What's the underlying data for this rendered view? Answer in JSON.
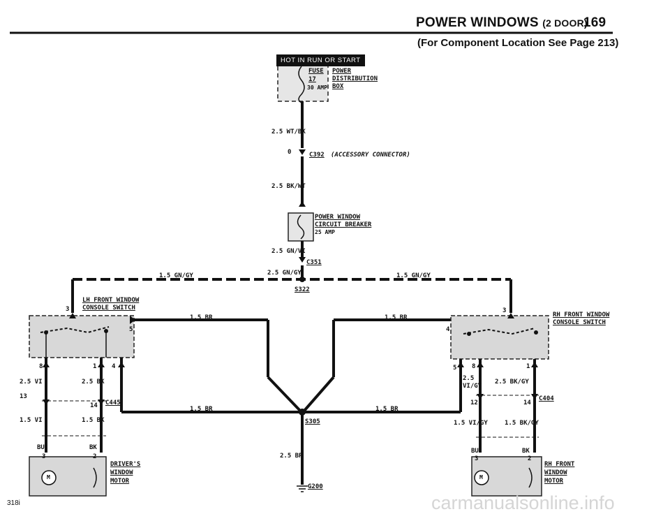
{
  "header": {
    "title": "POWER WINDOWS",
    "title_suffix": "(2 DOOR)",
    "page_number": "169",
    "subtitle": "(For Component Location See Page 213)"
  },
  "hot_label": "HOT IN RUN OR START",
  "fuse": {
    "lines": [
      "FUSE",
      "17",
      "30 AMP"
    ]
  },
  "power_dist": {
    "lines": [
      "POWER",
      "DISTRIBUTION",
      "BOX"
    ]
  },
  "wires": {
    "w_wtbk": "2.5 WT/BK",
    "w_bkwt": "2.5 BK/WT",
    "w_gnvi": "2.5 GN/VI",
    "w_gngy_center": "2.5 GN/GY",
    "w_gngy_left": "1.5 GN/GY",
    "w_gngy_right": "1.5 GN/GY",
    "w_br_top_left": "1.5 BR",
    "w_br_top_right": "1.5 BR",
    "w_br_bottom_left": "1.5 BR",
    "w_br_bottom_right": "1.5 BR",
    "w_br_ground": "2.5 BR",
    "l_25vi": "2.5 VI",
    "l_25bk": "2.5 BK",
    "l_15vi": "1.5 VI",
    "l_15bk": "1.5 BK",
    "l_bu": "BU",
    "l_bk": "BK",
    "r_25": "2.5",
    "r_vigy": "VI/GY",
    "r_25bkgy": "2.5 BK/GY",
    "r_15vigy": "1.5 VI/GY",
    "r_15bkgy": "1.5 BK/GY",
    "r_bu": "BU",
    "r_bk": "BK"
  },
  "connectors": {
    "c392_pin": "0",
    "c392": "C392",
    "c392_desc": "(ACCESSORY CONNECTOR)",
    "c351": "C351",
    "s322": "S322",
    "s305": "S305",
    "g200": "G200",
    "c445": "C445",
    "c404": "C404"
  },
  "breaker": {
    "lines": [
      "POWER WINDOW",
      "CIRCUIT BREAKER",
      "25 AMP"
    ]
  },
  "lh_switch": {
    "lines": [
      "LH FRONT WINDOW",
      "CONSOLE SWITCH"
    ]
  },
  "rh_switch": {
    "lines": [
      "RH FRONT WINDOW",
      "CONSOLE SWITCH"
    ]
  },
  "lh_motor": {
    "lines": [
      "DRIVER'S",
      "WINDOW",
      "MOTOR"
    ],
    "symbol": "M"
  },
  "rh_motor": {
    "lines": [
      "RH FRONT",
      "WINDOW",
      "MOTOR"
    ],
    "symbol": "M"
  },
  "pins": {
    "lh_sw_3": "3",
    "lh_sw_5": "5",
    "lh_sw_8": "8",
    "lh_sw_1": "1",
    "lh_sw_4": "4",
    "lh_c445_13": "13",
    "lh_c445_14": "14",
    "lh_motor_3": "3",
    "lh_motor_2": "2",
    "rh_sw_3": "3",
    "rh_sw_4": "4",
    "rh_sw_5": "5",
    "rh_sw_8": "8",
    "rh_sw_1": "1",
    "rh_c404_12": "12",
    "rh_c404_14": "14",
    "rh_motor_3": "3",
    "rh_motor_2": "2"
  },
  "footer": {
    "code": "318i",
    "watermark": "carmanualsonline.info"
  }
}
